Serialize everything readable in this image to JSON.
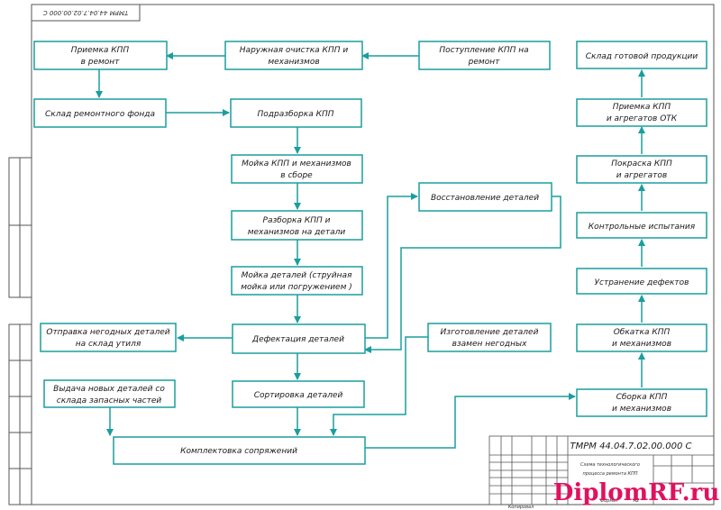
{
  "sheet": {
    "code": "ТМРМ 44.04.7.02.00.000 С",
    "code_rotated": "ТМРМ 44.04.7.02.00.000 С",
    "title_line1": "Схема технологического",
    "title_line2": "процесса ремонта КПП",
    "format_label": "Формат",
    "format_value": "А2",
    "copied_label": "Копировал"
  },
  "watermark": {
    "text": "DiplomRF.ru",
    "color": "#e0115f"
  },
  "colors": {
    "flow": "#1a9e9e",
    "frame": "#555555"
  },
  "boxes": {
    "receipt": {
      "line1": "Поступление КПП на",
      "line2": "ремонт"
    },
    "cleaning": {
      "line1": "Наружная очистка КПП и",
      "line2": "механизмов"
    },
    "acceptance": {
      "line1": "Приемка КПП",
      "line2": "в ремонт"
    },
    "repair_stock": {
      "line1": "Склад ремонтного фонда"
    },
    "predisassembly": {
      "line1": "Подразборка КПП"
    },
    "washing_assembled": {
      "line1": "Мойка КПП и механизмов",
      "line2": "в сборе"
    },
    "disassembly": {
      "line1": "Разборка КПП и",
      "line2": "механизмов на детали"
    },
    "washing_parts": {
      "line1": "Мойка деталей (струйная",
      "line2": "мойка или погружением )"
    },
    "defect_detection": {
      "line1": "Дефектация деталей"
    },
    "unusable_dispatch": {
      "line1": "Отправка негодных деталей",
      "line2": "на склад утиля"
    },
    "new_parts": {
      "line1": "Выдача новых деталей со",
      "line2": "склада запасных частей"
    },
    "sorting": {
      "line1": "Сортировка деталей"
    },
    "kitting": {
      "line1": "Комплектовка сопряжений"
    },
    "restoration": {
      "line1": "Восстановление деталей"
    },
    "manufacturing": {
      "line1": "Изготовление деталей",
      "line2": "взамен негодных"
    },
    "finished_stock": {
      "line1": "Склад готовой продукции"
    },
    "otk_acceptance": {
      "line1": "Приемка КПП",
      "line2": "и агрегатов ОТК"
    },
    "painting": {
      "line1": "Покраска КПП",
      "line2": "и агрегатов"
    },
    "control_tests": {
      "line1": "Контрольные испытания"
    },
    "defect_elimination": {
      "line1": "Устранение дефектов"
    },
    "running_in": {
      "line1": "Обкатка КПП",
      "line2": "и механизмов"
    },
    "assembly": {
      "line1": "Сборка КПП",
      "line2": "и механизмов"
    }
  }
}
